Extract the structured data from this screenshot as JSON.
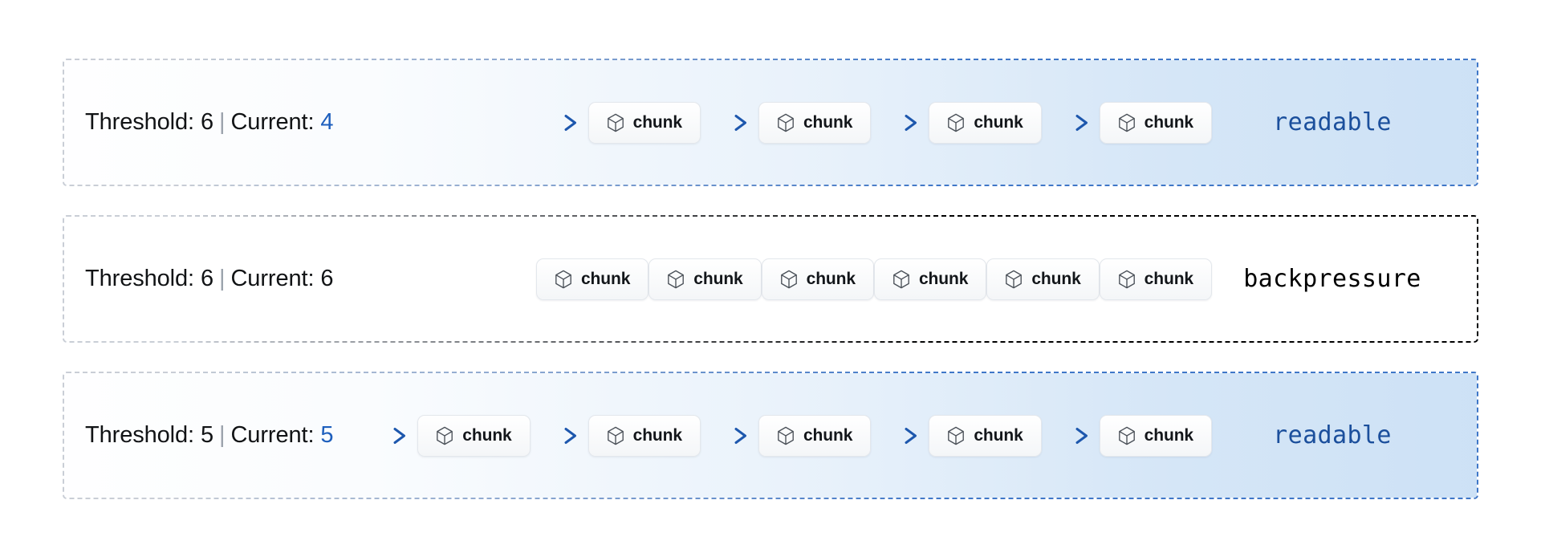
{
  "background_color": "#ffffff",
  "palette": {
    "readable_accent": "#1b4f9c",
    "readable_value": "#1e5fbd",
    "readable_edge": "#3f77c8",
    "backpressure_accent": "#f21616",
    "backpressure_value": "#f00b0b",
    "backpressure_edge": "#ef4444",
    "neutral_edge": "#c9ced6",
    "label_text": "#111315",
    "separator": "#9aa1ab"
  },
  "chunk_icon_name": "cube-icon",
  "arrow_icon_name": "arrow-right-icon",
  "rows": [
    {
      "id": "row-readable-4",
      "state": "readable",
      "threshold_label": "Threshold:",
      "threshold_value": "6",
      "separator": "|",
      "current_label": "Current:",
      "current_value": "4",
      "state_label": "readable",
      "chunk_label": "chunk",
      "chunk_count": 4,
      "show_arrows": true
    },
    {
      "id": "row-backpressure-6",
      "state": "backpressure",
      "threshold_label": "Threshold:",
      "threshold_value": "6",
      "separator": "|",
      "current_label": "Current:",
      "current_value": "6",
      "state_label": "backpressure",
      "chunk_label": "chunk",
      "chunk_count": 6,
      "show_arrows": false
    },
    {
      "id": "row-readable-5",
      "state": "readable",
      "threshold_label": "Threshold:",
      "threshold_value": "5",
      "separator": "|",
      "current_label": "Current:",
      "current_value": "5",
      "state_label": "readable",
      "chunk_label": "chunk",
      "chunk_count": 5,
      "show_arrows": true
    }
  ]
}
